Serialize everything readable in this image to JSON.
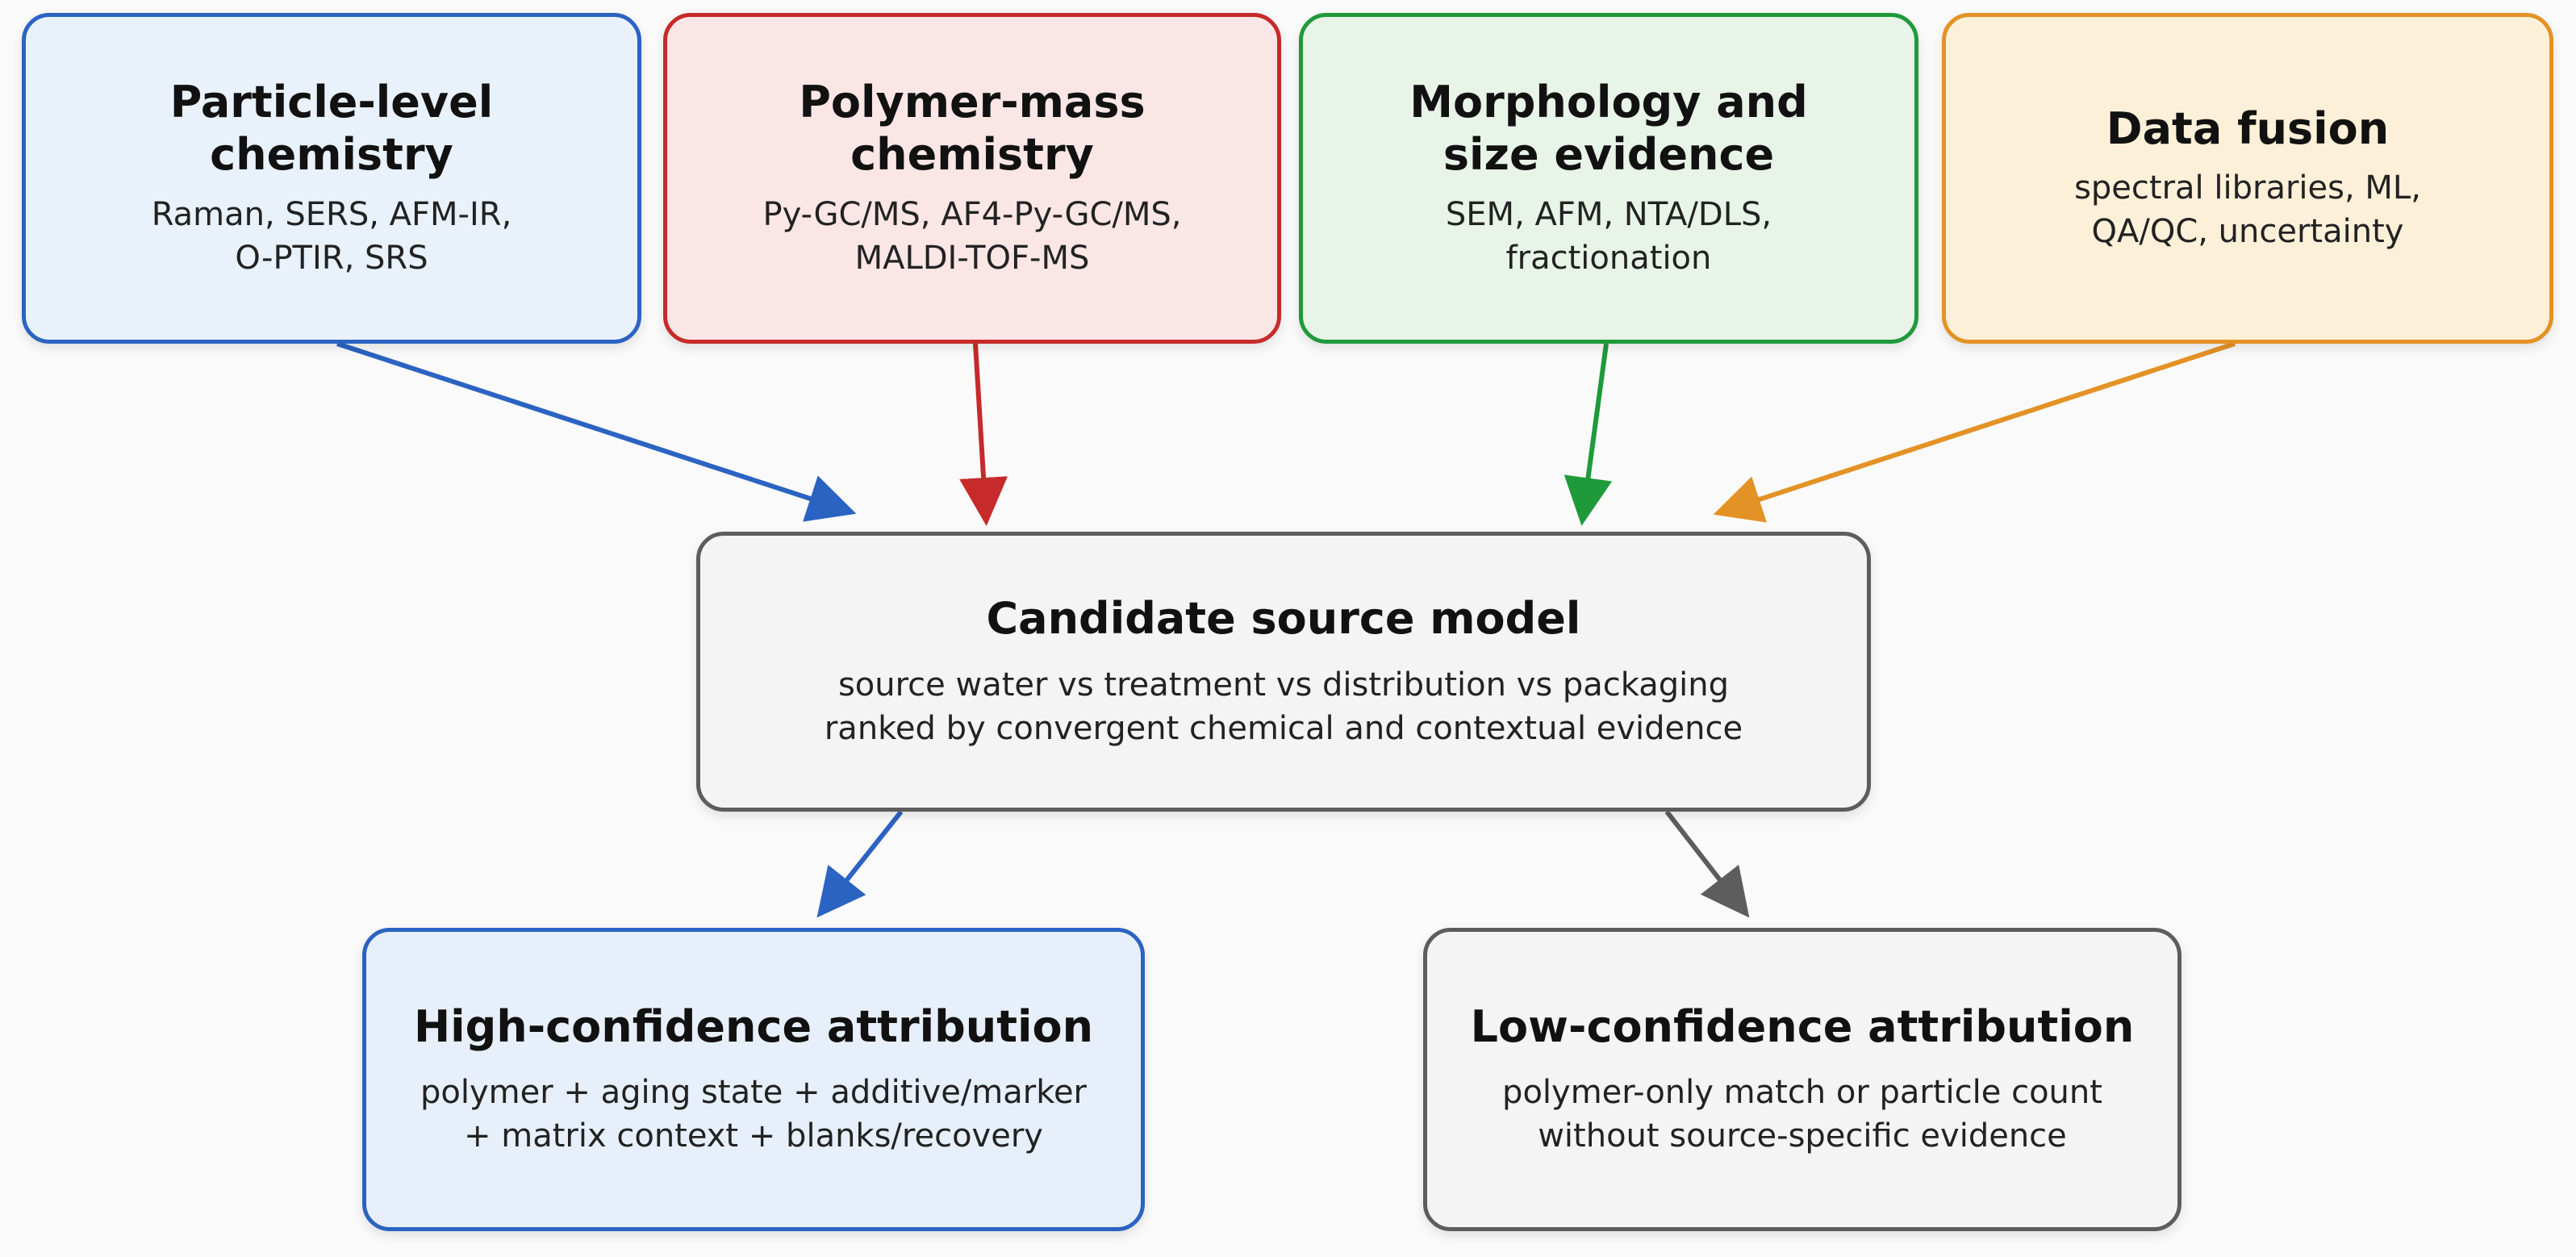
{
  "nodes": {
    "particle": {
      "title": "Particle-level chemistry",
      "title_lines": [
        "Particle-level",
        "chemistry"
      ],
      "body_lines": [
        "Raman, SERS, AFM-IR,",
        "O-PTIR, SRS"
      ]
    },
    "polymer": {
      "title_lines": [
        "Polymer-mass",
        "chemistry"
      ],
      "body_lines": [
        "Py-GC/MS, AF4-Py-GC/MS,",
        "MALDI-TOF-MS"
      ]
    },
    "morphology": {
      "title_lines": [
        "Morphology and",
        "size evidence"
      ],
      "body_lines": [
        "SEM, AFM, NTA/DLS,",
        "fractionation"
      ]
    },
    "fusion": {
      "title_lines": [
        "Data fusion"
      ],
      "body_lines": [
        "spectral libraries, ML,",
        "QA/QC, uncertainty"
      ]
    },
    "candidate": {
      "title_lines": [
        "Candidate source model"
      ],
      "body_lines": [
        "source water vs treatment vs distribution vs packaging",
        "ranked by convergent chemical and contextual evidence"
      ]
    },
    "high": {
      "title_lines": [
        "High-confidence attribution"
      ],
      "body_lines": [
        "polymer + aging state + additive/marker",
        "+ matrix context + blanks/recovery"
      ]
    },
    "low": {
      "title_lines": [
        "Low-confidence attribution"
      ],
      "body_lines": [
        "polymer-only match or particle count",
        "without source-specific evidence"
      ]
    }
  },
  "edges": [
    {
      "from": "particle",
      "to": "candidate",
      "color": "#2b63c2"
    },
    {
      "from": "polymer",
      "to": "candidate",
      "color": "#c62a2a"
    },
    {
      "from": "morphology",
      "to": "candidate",
      "color": "#1f9a3a"
    },
    {
      "from": "fusion",
      "to": "candidate",
      "color": "#e39226"
    },
    {
      "from": "candidate",
      "to": "high",
      "color": "#2b63c2"
    },
    {
      "from": "candidate",
      "to": "low",
      "color": "#5d5d5d"
    }
  ],
  "colors": {
    "blue": "#2b63c2",
    "red": "#c62a2a",
    "green": "#1f9a3a",
    "orange": "#e39226",
    "gray": "#5d5d5d"
  }
}
